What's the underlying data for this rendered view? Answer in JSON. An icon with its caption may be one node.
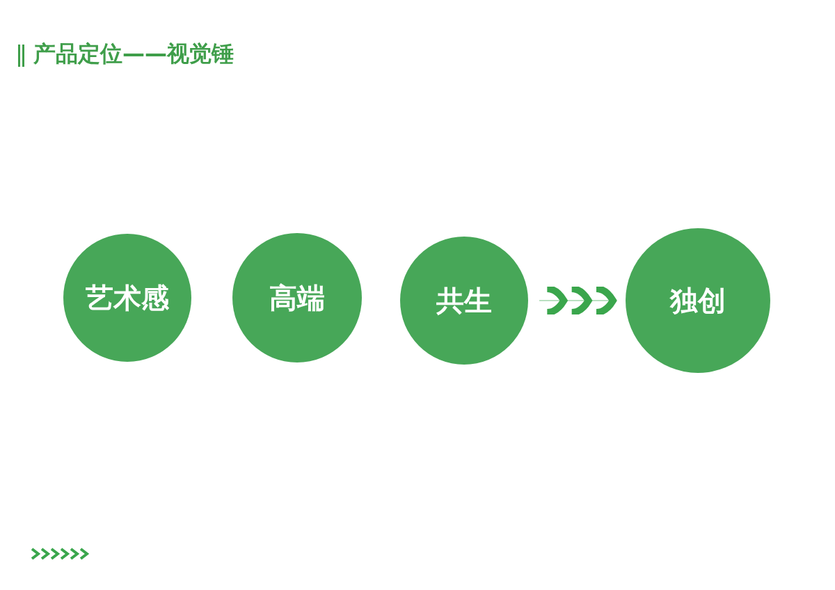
{
  "diagram": {
    "title": "产品定位——视觉锤",
    "nodes": [
      {
        "text": [
          "艺术感"
        ]
      },
      {
        "text": [
          "高端"
        ]
      },
      {
        "text": [
          "共生"
        ]
      },
      {
        "text": [
          "独创"
        ]
      }
    ],
    "edges": [
      {
        "from": 2,
        "to": 3,
        "arrow": "to"
      }
    ]
  }
}
